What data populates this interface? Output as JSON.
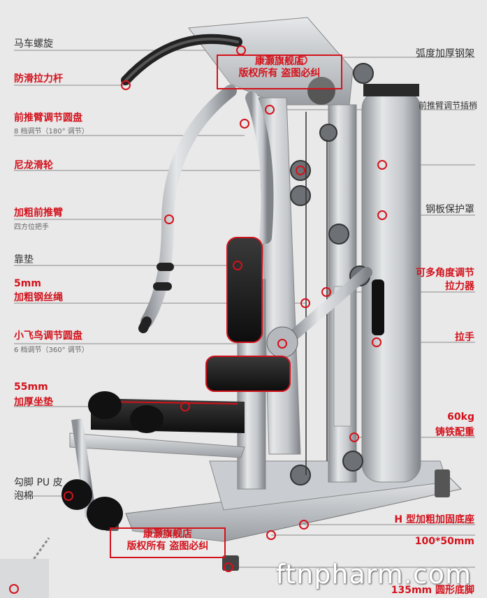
{
  "labels_left": [
    {
      "id": "carriage-bolt",
      "text": "马车螺旋",
      "style": "plain"
    },
    {
      "id": "antislip-bar",
      "text": "防滑拉力杆",
      "style": "red"
    },
    {
      "id": "press-arm-disc",
      "text": "前推臂调节圆盘",
      "style": "red",
      "sub": "8 档调节（180° 调节）"
    },
    {
      "id": "nylon-pulley",
      "text": "尼龙滑轮",
      "style": "red"
    },
    {
      "id": "thick-press-arm",
      "text": "加粗前推臂",
      "style": "red",
      "sub": "四方位把手"
    },
    {
      "id": "back-pad",
      "text": "靠垫",
      "style": "plain"
    },
    {
      "id": "steel-cable",
      "text": "5mm",
      "text2": "加粗钢丝绳",
      "style": "red"
    },
    {
      "id": "fly-disc",
      "text": "小飞鸟调节圆盘",
      "style": "red",
      "sub": "6 档调节（360° 调节）"
    },
    {
      "id": "seat-pad",
      "text": "55mm",
      "text2": "加厚坐垫",
      "style": "red"
    },
    {
      "id": "foot-foam",
      "text": "勾脚 PU 皮",
      "text2": "泡棉",
      "style": "plain"
    }
  ],
  "labels_right": [
    {
      "id": "arc-frame",
      "text": "弧度加厚钢架",
      "style": "plain"
    },
    {
      "id": "press-arm-pin",
      "text": "前推臂调节插梢",
      "style": "plain-small"
    },
    {
      "id": "steel-guard",
      "text": "钢板保护罩",
      "style": "plain"
    },
    {
      "id": "multi-angle",
      "text": "可多角度调节",
      "text2": "拉力器",
      "style": "red"
    },
    {
      "id": "handle",
      "text": "拉手",
      "style": "red"
    },
    {
      "id": "weight-stack",
      "text": "60kg",
      "text2": "铸铁配重",
      "style": "red"
    },
    {
      "id": "h-base",
      "text": "H 型加粗加固底座",
      "style": "red"
    },
    {
      "id": "tube-size",
      "text": "100*50mm",
      "style": "red"
    },
    {
      "id": "round-foot",
      "text": "135mm 圆形底脚",
      "style": "red"
    }
  ],
  "stamps": [
    {
      "line1": "康灏旗舰店",
      "line2": "版权所有 盗图必纠"
    },
    {
      "line1": "康灏旗舰店",
      "line2": "版权所有 盗图必纠"
    }
  ],
  "watermark": "ftnpharm.com",
  "colors": {
    "accent": "#d3121b",
    "frame": "#b9bcc0",
    "background": "#e9e9ea"
  }
}
